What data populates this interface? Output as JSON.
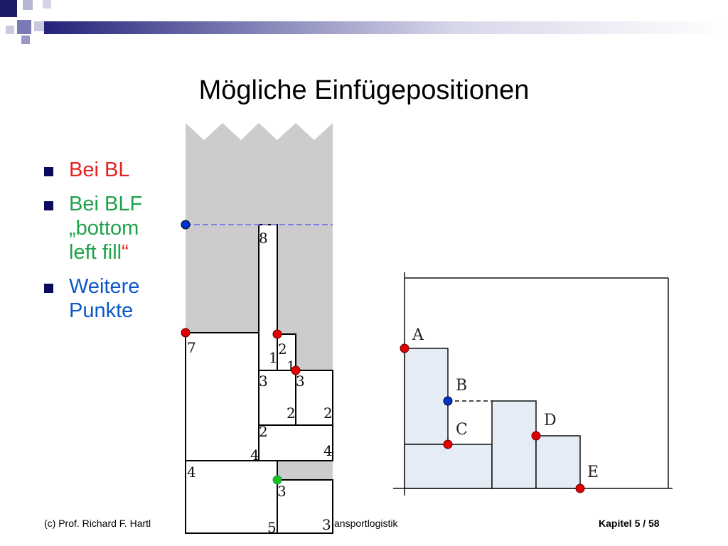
{
  "slide": {
    "title": "Mögliche Einfügepositionen",
    "bullets": {
      "bl": "Bei BL",
      "blf_main": "Bei BLF „bottom left fill",
      "blf_quote": "“",
      "weitere": "Weitere Punkte"
    }
  },
  "left_diagram": {
    "piece_labels": [
      "8",
      "7",
      "1",
      "2",
      "1",
      "3",
      "3",
      "2",
      "2",
      "2",
      "4",
      "4",
      "4",
      "3",
      "5",
      "3"
    ],
    "point_colors": {
      "bl": "#0033cc",
      "blf": "#e00000",
      "other": "#22bb22"
    }
  },
  "right_diagram": {
    "labels": [
      "A",
      "B",
      "C",
      "D",
      "E"
    ],
    "fill_color": "#e6ecf5"
  },
  "footer": {
    "left": "(c) Prof. Richard F. Hartl",
    "middle": "ansportlogistik",
    "right": "Kapitel 5 / 58"
  }
}
